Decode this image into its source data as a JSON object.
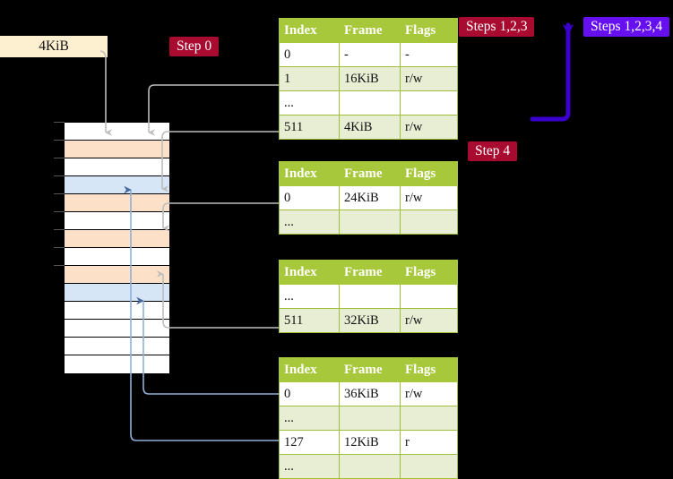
{
  "labels": {
    "mem_size": "4KiB",
    "step0": "Step 0",
    "steps123": "Steps 1,2,3",
    "steps1234": "Steps 1,2,3,4",
    "step4": "Step 4"
  },
  "colors": {
    "table_header": "#a8c83c",
    "table_alt_row": "#e7eed3",
    "highlight": "#fbf8a0",
    "badge_red": "#a90b30",
    "badge_purple": "#6610f2",
    "mem_label_bg": "#fcf0d0",
    "mem_orange": "#fce0c8",
    "mem_blue": "#d7e6f7",
    "connector_gray": "#b8b8b8",
    "connector_blue": "#8fb0d8",
    "arrow_purple": "#3a00cc"
  },
  "columns": [
    "Index",
    "Frame",
    "Flags"
  ],
  "tables": [
    {
      "id": "pml4",
      "rows": [
        {
          "index": "0",
          "frame": "-",
          "flags": "-",
          "style": "white",
          "hl": false
        },
        {
          "index": "1",
          "frame": "16KiB",
          "flags": "r/w",
          "style": "alt",
          "hl": false
        },
        {
          "index": "...",
          "frame": "",
          "flags": "",
          "style": "white",
          "hl": false
        },
        {
          "index": "511",
          "frame": "4KiB",
          "flags": "r/w",
          "style": "alt",
          "hl": true
        }
      ]
    },
    {
      "id": "pdp",
      "rows": [
        {
          "index": "0",
          "frame": "24KiB",
          "flags": "r/w",
          "style": "white",
          "hl": false
        },
        {
          "index": "...",
          "frame": "",
          "flags": "",
          "style": "alt",
          "hl": false
        }
      ]
    },
    {
      "id": "pd",
      "rows": [
        {
          "index": "...",
          "frame": "",
          "flags": "",
          "style": "white",
          "hl": false
        },
        {
          "index": "511",
          "frame": "32KiB",
          "flags": "r/w",
          "style": "alt",
          "hl": false
        }
      ]
    },
    {
      "id": "pt",
      "rows": [
        {
          "index": "0",
          "frame": "36KiB",
          "flags": "r/w",
          "style": "white",
          "hl": false
        },
        {
          "index": "...",
          "frame": "",
          "flags": "",
          "style": "alt",
          "hl": false
        },
        {
          "index": "127",
          "frame": "12KiB",
          "flags": "r",
          "style": "white",
          "hl": false
        },
        {
          "index": "...",
          "frame": "",
          "flags": "",
          "style": "alt",
          "hl": false
        }
      ]
    }
  ],
  "memory_rows": [
    {
      "fill": "white"
    },
    {
      "fill": "orange"
    },
    {
      "fill": "white"
    },
    {
      "fill": "blue"
    },
    {
      "fill": "orange"
    },
    {
      "fill": "white"
    },
    {
      "fill": "orange"
    },
    {
      "fill": "white"
    },
    {
      "fill": "orange"
    },
    {
      "fill": "blue"
    },
    {
      "fill": "white"
    },
    {
      "fill": "white"
    },
    {
      "fill": "white"
    },
    {
      "fill": "white"
    }
  ]
}
